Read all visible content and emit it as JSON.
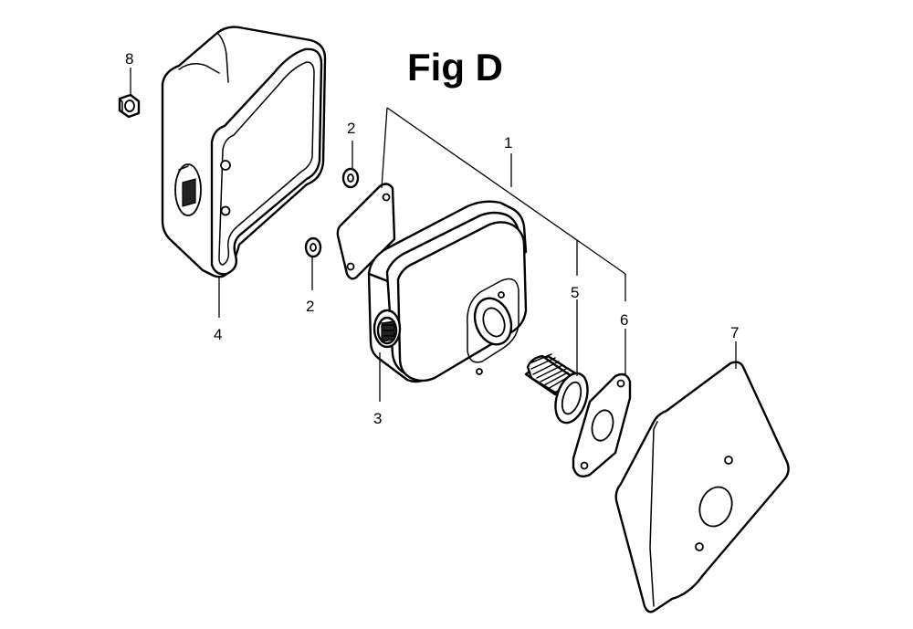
{
  "title": "Fig D",
  "callouts": {
    "c1": "1",
    "c2a": "2",
    "c2b": "2",
    "c3": "3",
    "c4": "4",
    "c5": "5",
    "c6": "6",
    "c7": "7",
    "c8": "8"
  }
}
